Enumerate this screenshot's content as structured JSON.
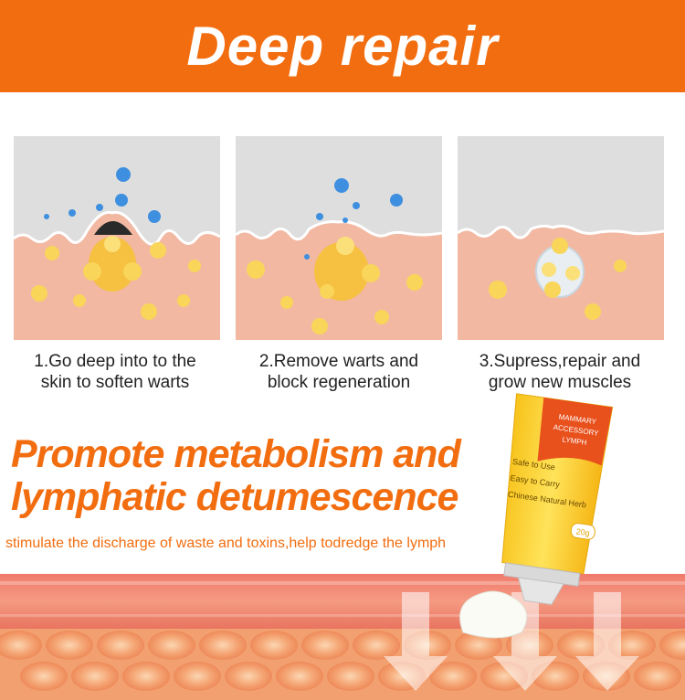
{
  "banner": {
    "title": "Deep repair",
    "color": "#f26d0f"
  },
  "steps": [
    {
      "line1": "1.Go deep into to the",
      "line2": "skin to soften warts"
    },
    {
      "line1": "2.Remove warts and",
      "line2": "block regeneration"
    },
    {
      "line1": "3.Supress,repair and",
      "line2": "grow new muscles"
    }
  ],
  "headline": {
    "line1": "Promote metabolism and",
    "line2": "lymphatic detumescence"
  },
  "subline": "stimulate the discharge of waste and toxins,help todredge the lymph",
  "product": {
    "label_top": "MAMMARY",
    "label_mid": "ACCESSORY",
    "label_bottom": "LYMPH",
    "features": [
      "Safe to Use",
      "Easy to Carry",
      "Chinese Natural Herb"
    ],
    "badge": "20g"
  }
}
